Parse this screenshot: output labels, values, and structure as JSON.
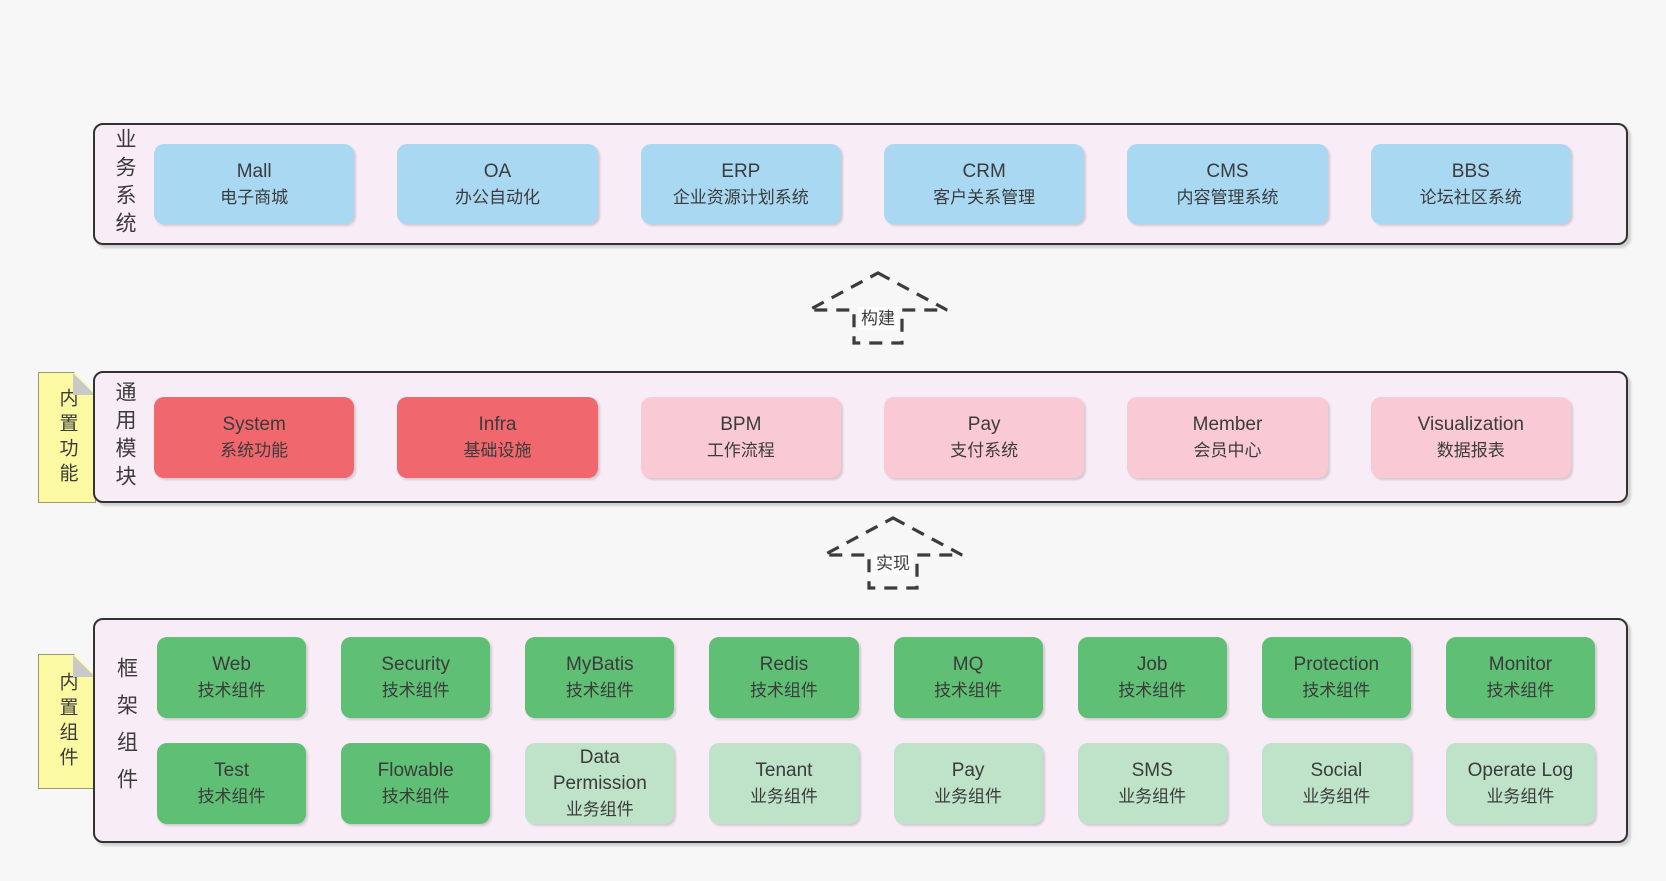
{
  "colors": {
    "page_bg": "#f7f7f7",
    "container_bg": "#f8ecf6",
    "container_border": "#333333",
    "box_blue": "#a9d8f3",
    "box_red": "#f0676d",
    "box_pink": "#f9cad3",
    "box_green": "#5fbf74",
    "box_light_green": "#bee3c9",
    "note_yellow": "#fbf9a2",
    "note_fold_gray": "#c9c9c9",
    "text": "#3b3b3b"
  },
  "arrows": [
    {
      "label": "构建"
    },
    {
      "label": "实现"
    }
  ],
  "sections": [
    {
      "label": "业务系统",
      "boxes": [
        {
          "en": "Mall",
          "zh": "电子商城"
        },
        {
          "en": "OA",
          "zh": "办公自动化"
        },
        {
          "en": "ERP",
          "zh": "企业资源计划系统"
        },
        {
          "en": "CRM",
          "zh": "客户关系管理"
        },
        {
          "en": "CMS",
          "zh": "内容管理系统"
        },
        {
          "en": "BBS",
          "zh": "论坛社区系统"
        }
      ]
    },
    {
      "label": "通用模块",
      "tab": "内置功能",
      "boxes": [
        {
          "en": "System",
          "zh": "系统功能"
        },
        {
          "en": "Infra",
          "zh": "基础设施"
        },
        {
          "en": "BPM",
          "zh": "工作流程"
        },
        {
          "en": "Pay",
          "zh": "支付系统"
        },
        {
          "en": "Member",
          "zh": "会员中心"
        },
        {
          "en": "Visualization",
          "zh": "数据报表"
        }
      ]
    },
    {
      "label": "框架组件",
      "tab": "内置组件",
      "boxes": [
        {
          "en": "Web",
          "zh": "技术组件"
        },
        {
          "en": "Security",
          "zh": "技术组件"
        },
        {
          "en": "MyBatis",
          "zh": "技术组件"
        },
        {
          "en": "Redis",
          "zh": "技术组件"
        },
        {
          "en": "MQ",
          "zh": "技术组件"
        },
        {
          "en": "Job",
          "zh": "技术组件"
        },
        {
          "en": "Protection",
          "zh": "技术组件"
        },
        {
          "en": "Monitor",
          "zh": "技术组件"
        },
        {
          "en": "Test",
          "zh": "技术组件"
        },
        {
          "en": "Flowable",
          "zh": "技术组件"
        },
        {
          "en": "Data Permission",
          "zh": "业务组件"
        },
        {
          "en": "Tenant",
          "zh": "业务组件"
        },
        {
          "en": "Pay",
          "zh": "业务组件"
        },
        {
          "en": "SMS",
          "zh": "业务组件"
        },
        {
          "en": "Social",
          "zh": "业务组件"
        },
        {
          "en": "Operate Log",
          "zh": "业务组件"
        }
      ]
    }
  ]
}
